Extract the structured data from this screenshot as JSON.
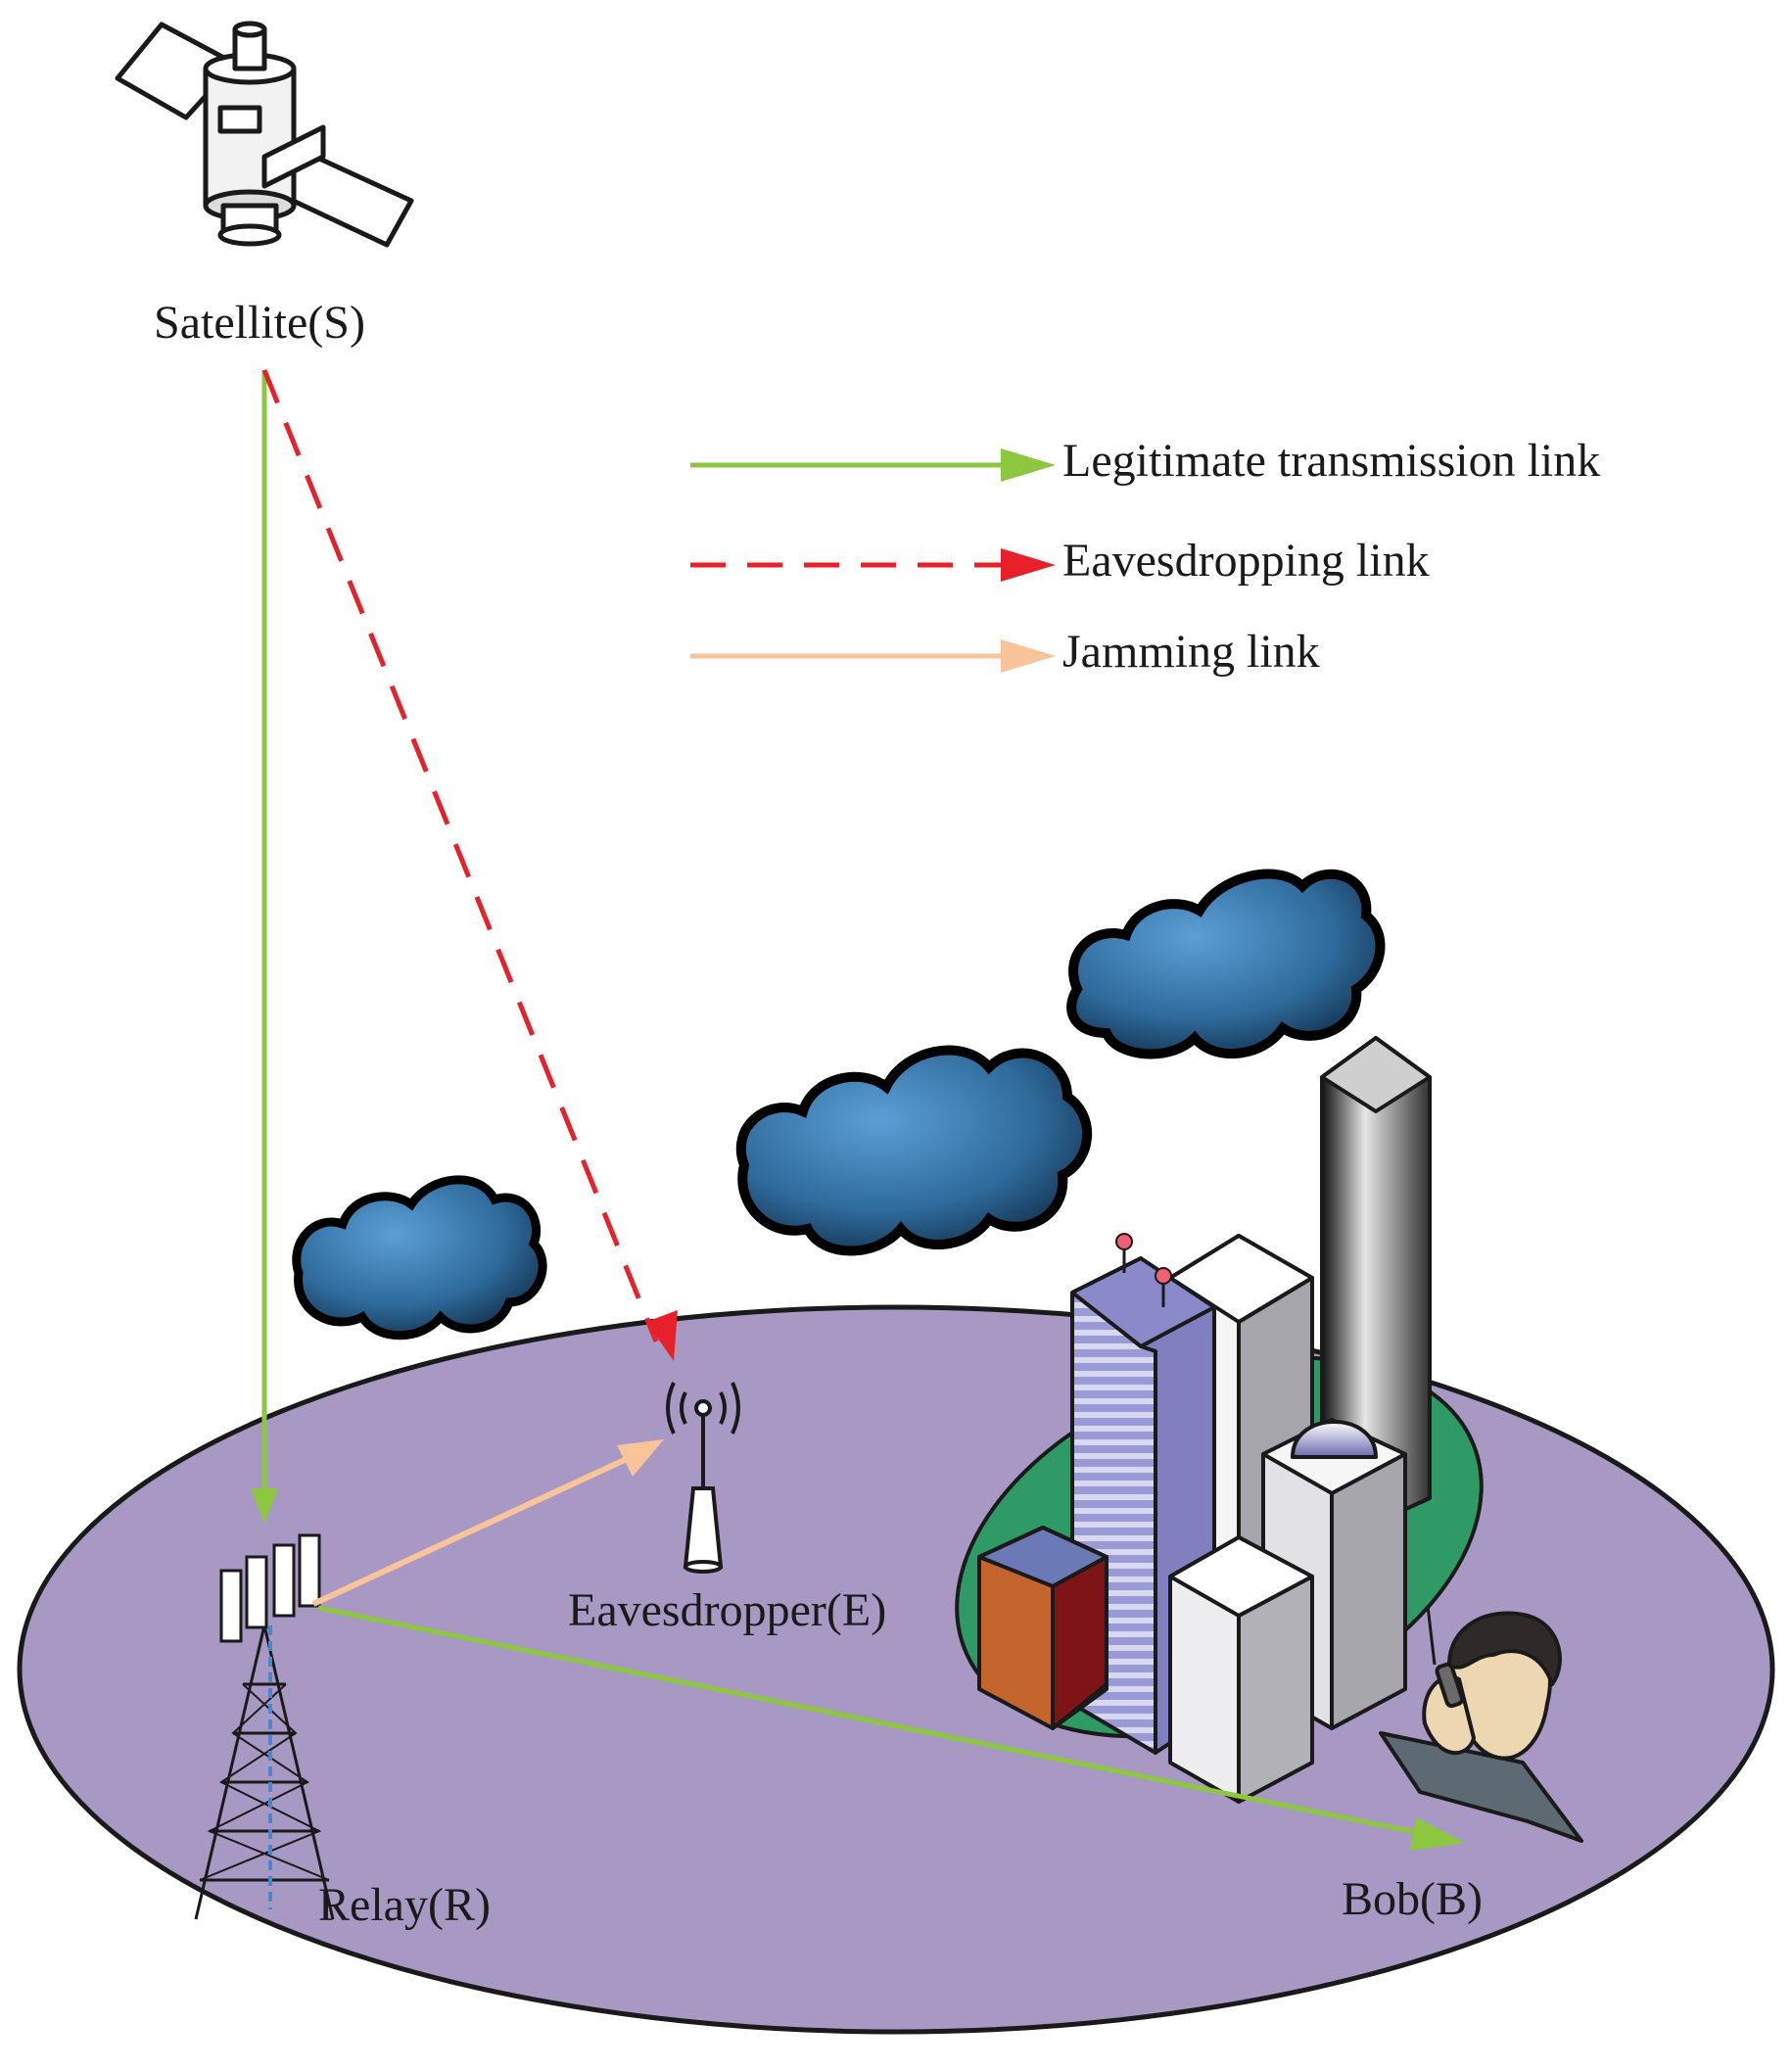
{
  "nodes": {
    "satellite": "Satellite(S)",
    "relay": "Relay(R)",
    "eavesdropper": "Eavesdropper(E)",
    "bob": "Bob(B)"
  },
  "legend": [
    {
      "label": "Legitimate transmission link",
      "style": "solid",
      "color": "#8dc63f"
    },
    {
      "label": "Eavesdropping link",
      "style": "dashed",
      "color": "#e8202a"
    },
    {
      "label": "Jamming link",
      "style": "solid",
      "color": "#f9c49a"
    }
  ],
  "colors": {
    "ground": "#a899c4",
    "city_base": "#2e9a66",
    "cloud": "#3d7bb0",
    "legit": "#8dc63f",
    "eaves": "#e8202a",
    "jam": "#f9c49a"
  }
}
